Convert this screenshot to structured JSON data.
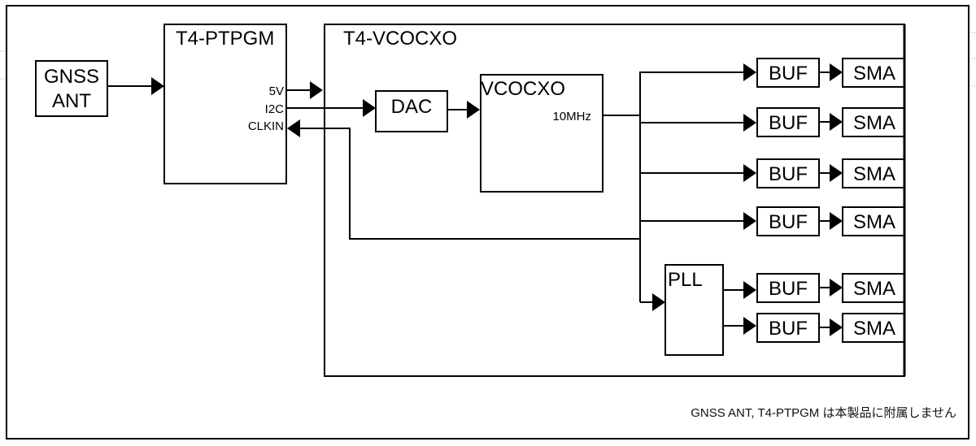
{
  "diagram": {
    "outer_frame": {
      "label": ""
    },
    "blocks": {
      "gnss_ant": {
        "line1": "GNSS",
        "line2": "ANT"
      },
      "ptpgm": {
        "title": "T4-PTPGM",
        "ports": {
          "v5": "5V",
          "i2c": "I2C",
          "clkin": "CLKIN"
        }
      },
      "vcocxo_module": {
        "title": "T4-VCOCXO"
      },
      "dac": {
        "label": "DAC"
      },
      "vcocxo": {
        "title": "VCOCXO",
        "freq": "10MHz"
      },
      "pll": {
        "label": "PLL"
      },
      "buffers": [
        "BUF",
        "BUF",
        "BUF",
        "BUF",
        "BUF",
        "BUF"
      ],
      "connectors": [
        "SMA",
        "SMA",
        "SMA",
        "SMA",
        "SMA",
        "SMA"
      ]
    },
    "connections": [
      {
        "from": "GNSS ANT",
        "to": "T4-PTPGM"
      },
      {
        "from": "T4-PTPGM 5V",
        "to": "T4-VCOCXO"
      },
      {
        "from": "T4-PTPGM I2C",
        "to": "DAC"
      },
      {
        "from": "DAC",
        "to": "VCOCXO"
      },
      {
        "from": "VCOCXO 10MHz",
        "to": "BUF 1-4"
      },
      {
        "from": "VCOCXO 10MHz",
        "to": "T4-PTPGM CLKIN"
      },
      {
        "from": "VCOCXO 10MHz",
        "to": "PLL"
      },
      {
        "from": "PLL",
        "to": "BUF 5-6"
      },
      {
        "from": "BUF",
        "to": "SMA"
      }
    ],
    "footnote": "GNSS ANT, T4-PTPGM  は本製品に附属しません"
  }
}
